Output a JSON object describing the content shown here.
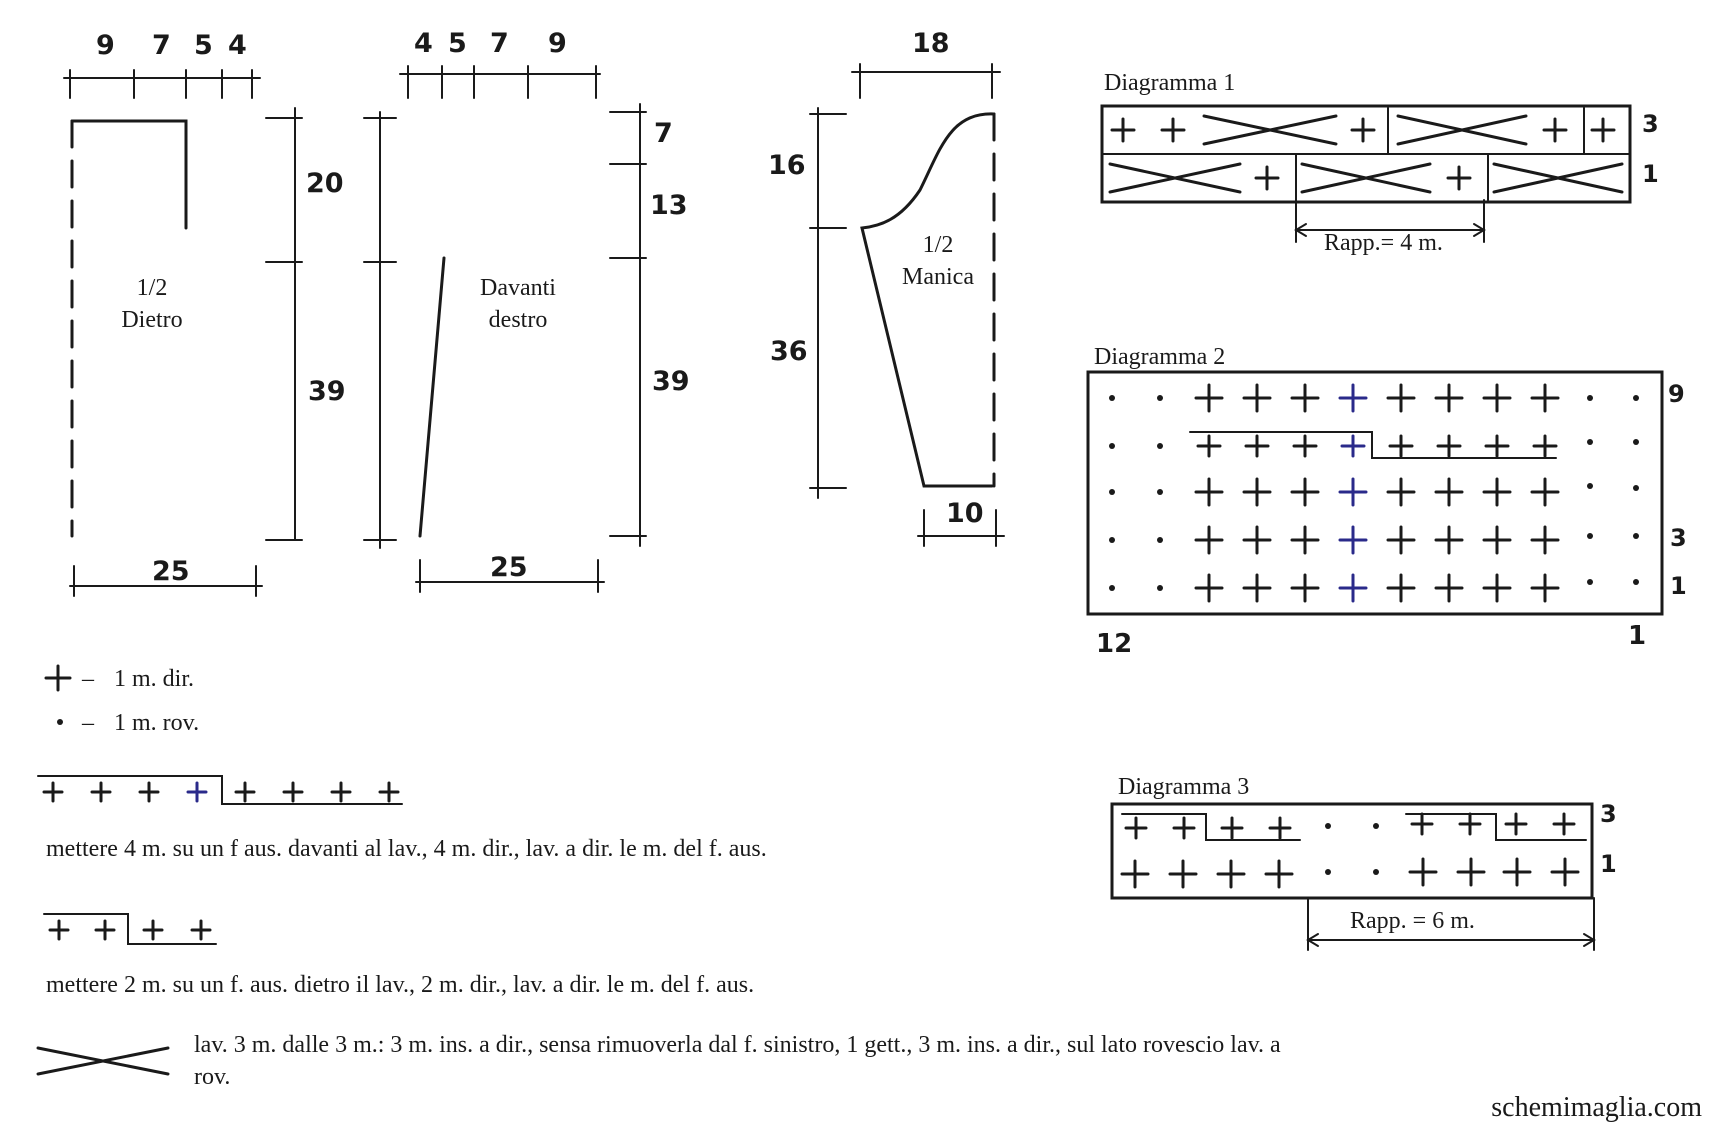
{
  "pieces": {
    "back": {
      "label_line1": "1/2",
      "label_line2": "Dietro",
      "top_widths": [
        "9",
        "7",
        "5",
        "4"
      ],
      "height_top": "20",
      "height_bottom": "39",
      "bottom_width": "25"
    },
    "front": {
      "label_line1": "Davanti",
      "label_line2": "destro",
      "top_widths": [
        "4",
        "5",
        "7",
        "9"
      ],
      "height_a": "7",
      "height_b": "13",
      "height_c": "39",
      "bottom_width": "25"
    },
    "sleeve": {
      "label_line1": "1/2",
      "label_line2": "Manica",
      "top_width": "18",
      "height_top": "16",
      "height_bottom": "36",
      "bottom_width": "10"
    }
  },
  "diagrams": {
    "d1": {
      "title": "Diagramma 1",
      "row_labels": [
        "3",
        "1"
      ],
      "repeat": "Rapp.= 4 m."
    },
    "d2": {
      "title": "Diagramma 2",
      "row_labels": [
        "9",
        "3",
        "1"
      ],
      "col_left": "12",
      "col_right": "1"
    },
    "d3": {
      "title": "Diagramma 3",
      "row_labels": [
        "3",
        "1"
      ],
      "repeat": "Rapp. = 6 m."
    }
  },
  "legend": {
    "knit": "1 m. dir.",
    "purl": "1 m. rov.",
    "dash": "–",
    "cable4_text": "mettere 4 m. su un f aus. davanti al lav., 4 m. dir.,  lav. a dir. le m. del f. aus.",
    "cable2_text": "mettere 2 m. su un f. aus. dietro il lav., 2 m. dir., lav. a dir. le m. del f. aus.",
    "cross_line1": "lav. 3 m. dalle 3 m.: 3 m. ins. a dir., sensa rimuoverla dal f. sinistro, 1 gett., 3 m. ins. a dir., sul lato rovescio lav. a",
    "cross_line2": "rov."
  },
  "watermark": "schemimaglia.com",
  "colors": {
    "ink": "#1a1a1a",
    "accent_plus": "#2a2a8a"
  }
}
